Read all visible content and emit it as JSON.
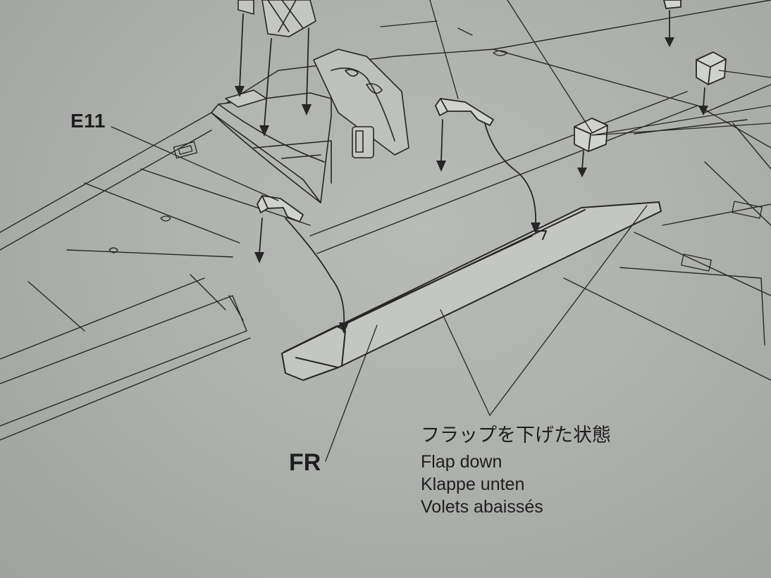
{
  "labels": {
    "part_e11": "E11",
    "part_fr": "FR"
  },
  "note": {
    "japanese": "フラップを下げた状態",
    "english": "Flap down",
    "german": "Klappe unten",
    "french": "Volets abaissés"
  },
  "colors": {
    "paper": "#aeb1ad",
    "ink": "#1e1e1e",
    "part_fill": "#c4c6c2"
  }
}
